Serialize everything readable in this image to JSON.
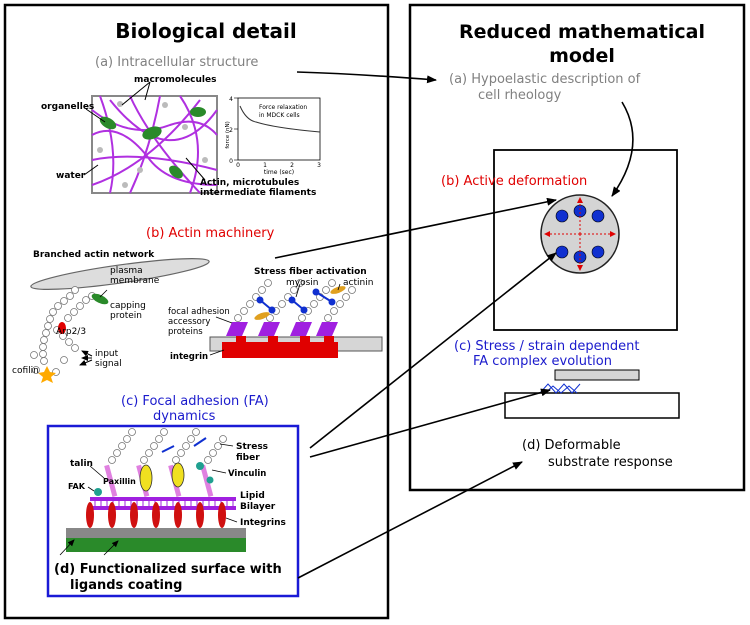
{
  "left_panel": {
    "title": "Biological detail",
    "a": {
      "title": "(a) Intracellular structure",
      "macromolecules": "macromolecules",
      "organelles": "organelles",
      "water": "water",
      "filaments_1": "Actin, microtubules",
      "filaments_2": "intermediate filaments",
      "inset_title_1": "Force relaxation",
      "inset_title_2": "in MDCK cells",
      "inset_ylabel": "force (nN)",
      "inset_xlabel": "time (sec)",
      "inset_yticks": [
        "4",
        "2",
        "0"
      ],
      "inset_xticks": [
        "0",
        "1",
        "2",
        "3"
      ]
    },
    "b": {
      "title": "(b) Actin machinery",
      "branched_network": "Branched actin network",
      "plasma_1": "plasma",
      "plasma_2": "membrane",
      "capping_1": "capping",
      "capping_2": "protein",
      "arp": "Arp2/3",
      "input_1": "input",
      "input_2": "signal",
      "cofilin": "cofilin",
      "stress_fiber_activation": "Stress fiber activation",
      "myosin": "myosin",
      "actinin": "actinin",
      "fa_acc_1": "focal adhesion",
      "fa_acc_2": "accessory",
      "fa_acc_3": "proteins",
      "integrin": "integrin"
    },
    "c": {
      "title_1": "(c)  Focal adhesion (FA)",
      "title_2": "dynamics",
      "stress_1": "Stress",
      "stress_2": "fiber",
      "talin": "talin",
      "paxillin": "Paxillin",
      "vinculin": "Vinculin",
      "fak": "FAK",
      "lipid_1": "Lipid",
      "lipid_2": "Bilayer",
      "integrins": "Integrins"
    },
    "d": {
      "title_1": "(d) Functionalized surface with",
      "title_2": "ligands coating"
    }
  },
  "right_panel": {
    "title_1": "Reduced mathematical",
    "title_2": "model",
    "a_1": "(a)  Hypoelastic description of",
    "a_2": "cell rheology",
    "b": "(b) Active deformation",
    "c_1": "(c) Stress / strain dependent",
    "c_2": "FA complex evolution",
    "d_1": "(d) Deformable",
    "d_2": "substrate response"
  },
  "colors": {
    "gray_text": "#808080",
    "red_text": "#e00000",
    "blue_text": "#1a1acc",
    "frame_blue": "#1a1ad6",
    "actin_purple": "#b030e0",
    "organelle_green": "#2a8a2a",
    "nucleus_blue": "#1030d0"
  }
}
